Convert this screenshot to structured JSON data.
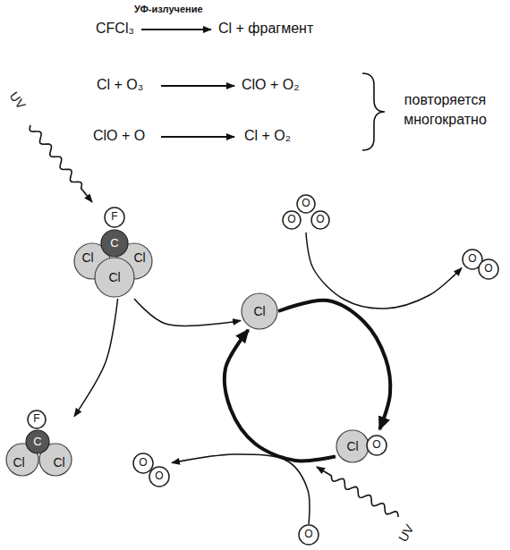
{
  "diagram": {
    "nodes": [
      {
        "text": [
          "F",
          "C",
          "Cl",
          "Cl",
          "Cl"
        ]
      },
      {
        "text": [
          "O",
          "O",
          "O"
        ]
      },
      {
        "text": [
          "O",
          "O"
        ]
      },
      {
        "text": [
          "Cl"
        ]
      },
      {
        "text": [
          "F",
          "C",
          "Cl",
          "Cl"
        ]
      },
      {
        "text": [
          "Cl",
          "O"
        ]
      },
      {
        "text": [
          "O",
          "O"
        ]
      },
      {
        "text": [
          "O"
        ]
      }
    ],
    "edges": [
      {
        "from": 0,
        "to": 3,
        "arrow": "to"
      },
      {
        "from": 0,
        "to": 4,
        "arrow": "to"
      },
      {
        "from": 1,
        "to": 2,
        "arrow": "to"
      },
      {
        "from": 3,
        "to": 5,
        "arrow": "to"
      },
      {
        "from": 5,
        "to": 3,
        "arrow": "to"
      },
      {
        "from": 7,
        "to": 6,
        "arrow": "to"
      }
    ],
    "labels": [
      "УФ-излучение",
      "CFCl₃",
      "Cl + фрагмент",
      "Cl + O₃",
      "ClO + O₂",
      "ClO + O",
      "Cl + O₂",
      "повторяется многократно",
      "UV",
      "UV"
    ]
  }
}
